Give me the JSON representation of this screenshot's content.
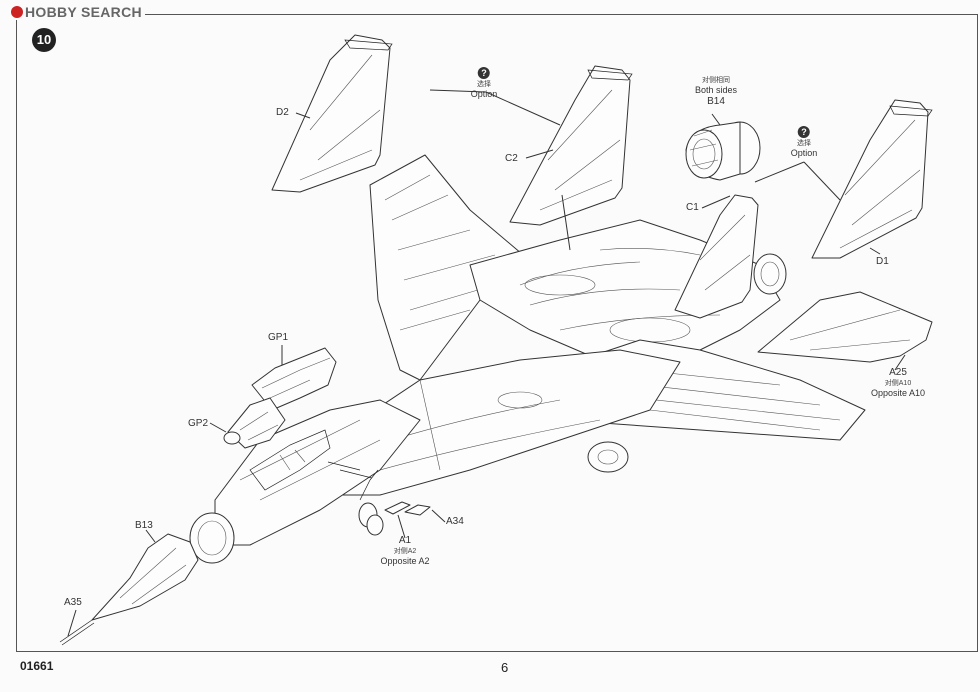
{
  "header": {
    "logo_text": "HOBBY SEARCH",
    "step_number": "10"
  },
  "footer": {
    "product_code": "01661",
    "page_number": "6"
  },
  "callouts": {
    "d2": "D2",
    "c2": "C2",
    "c1": "C1",
    "d1": "D1",
    "b14": {
      "zh": "对侧相同",
      "en": "Both sides",
      "part": "B14"
    },
    "option_top": {
      "zh": "选择",
      "en": "Option"
    },
    "option_right": {
      "zh": "选择",
      "en": "Option"
    },
    "gp1": "GP1",
    "gp2": "GP2",
    "b13": "B13",
    "a35": "A35",
    "a34": "A34",
    "a1": {
      "part": "A1",
      "zh": "对侧A2",
      "en": "Opposite A2"
    },
    "a25": {
      "part": "A25",
      "zh": "对侧A10",
      "en": "Opposite A10"
    }
  },
  "icons": {
    "option_marker": "question-mark-icon",
    "step_badge": "step-number-badge"
  }
}
